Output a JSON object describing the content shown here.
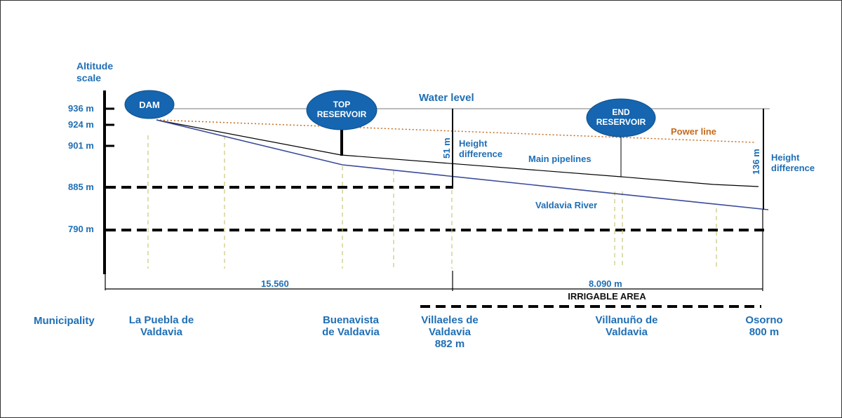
{
  "altitude_scale": {
    "title_line1": "Altitude",
    "title_line2": "scale"
  },
  "altitudes": [
    "936 m",
    "924 m",
    "901 m",
    "885 m",
    "790 m"
  ],
  "dam_label": "DAM",
  "top_reservoir": {
    "line1": "TOP",
    "line2": "RESERVOIR"
  },
  "end_reservoir": {
    "line1": "END",
    "line2": "RESERVOIR"
  },
  "water_level": "Water level",
  "power_line": "Power line",
  "main_pipelines": "Main pipelines",
  "river": "Valdavia River",
  "height_diff_1": {
    "value": "51 m",
    "line1": "Height",
    "line2": "difference"
  },
  "height_diff_2": {
    "value": "136 m",
    "line1": "Height",
    "line2": "difference"
  },
  "distance_1": "15.560",
  "distance_2": "8.090 m",
  "irrigable_area": "IRRIGABLE AREA",
  "municipality_label": "Municipality",
  "municipalities": [
    {
      "line1": "La Puebla de",
      "line2": "Valdavia",
      "line3": ""
    },
    {
      "line1": "Buenavista",
      "line2": "de Valdavia",
      "line3": ""
    },
    {
      "line1": "Villaeles de",
      "line2": "Valdavia",
      "line3": "882 m"
    },
    {
      "line1": "Villanuño de",
      "line2": "Valdavia",
      "line3": ""
    },
    {
      "line1": "Osorno",
      "line2": "800 m",
      "line3": ""
    }
  ],
  "colors": {
    "label_blue": "#1f6fb5",
    "badge_blue": "#1565b0",
    "river_line": "#3a4a9a",
    "power_line": "#c46a1c",
    "guide_lines": "#c8c87a",
    "main_lines": "#000000"
  }
}
